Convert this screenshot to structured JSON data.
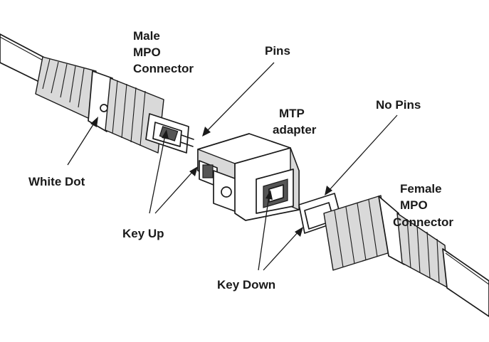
{
  "labels": {
    "male_l1": "Male",
    "male_l2": "MPO",
    "male_l3": "Connector",
    "pins": "Pins",
    "mtp_l1": "MTP",
    "mtp_l2": "adapter",
    "no_pins": "No Pins",
    "white_dot": "White Dot",
    "female_l1": "Female",
    "female_l2": "MPO",
    "female_l3": "Connector",
    "key_up": "Key Up",
    "key_down": "Key Down"
  }
}
